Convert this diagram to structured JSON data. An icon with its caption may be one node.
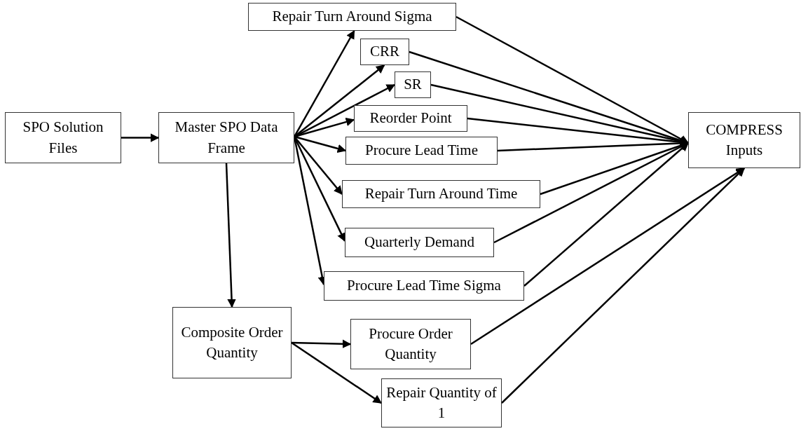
{
  "diagram": {
    "nodes": [
      {
        "text": [
          "SPO Solution Files"
        ]
      },
      {
        "text": [
          "Master SPO Data Frame"
        ]
      },
      {
        "text": [
          "Repair Turn Around Sigma"
        ]
      },
      {
        "text": [
          "CRR"
        ]
      },
      {
        "text": [
          "SR"
        ]
      },
      {
        "text": [
          "Reorder Point"
        ]
      },
      {
        "text": [
          "Procure Lead Time"
        ]
      },
      {
        "text": [
          "Repair Turn Around Time"
        ]
      },
      {
        "text": [
          "Quarterly Demand"
        ]
      },
      {
        "text": [
          "Procure Lead Time Sigma"
        ]
      },
      {
        "text": [
          "COMPRESS Inputs"
        ]
      },
      {
        "text": [
          "Composite Order Quantity"
        ]
      },
      {
        "text": [
          "Procure Order Quantity"
        ]
      },
      {
        "text": [
          "Repair Quantity of 1"
        ]
      }
    ],
    "edges": [
      {
        "from": 0,
        "to": 1,
        "arrow": "to"
      },
      {
        "from": 1,
        "to": 2,
        "arrow": "to"
      },
      {
        "from": 1,
        "to": 3,
        "arrow": "to"
      },
      {
        "from": 1,
        "to": 4,
        "arrow": "to"
      },
      {
        "from": 1,
        "to": 5,
        "arrow": "to"
      },
      {
        "from": 1,
        "to": 6,
        "arrow": "to"
      },
      {
        "from": 1,
        "to": 7,
        "arrow": "to"
      },
      {
        "from": 1,
        "to": 8,
        "arrow": "to"
      },
      {
        "from": 1,
        "to": 9,
        "arrow": "to"
      },
      {
        "from": 2,
        "to": 10,
        "arrow": "to"
      },
      {
        "from": 3,
        "to": 10,
        "arrow": "to"
      },
      {
        "from": 4,
        "to": 10,
        "arrow": "to"
      },
      {
        "from": 5,
        "to": 10,
        "arrow": "to"
      },
      {
        "from": 6,
        "to": 10,
        "arrow": "to"
      },
      {
        "from": 7,
        "to": 10,
        "arrow": "to"
      },
      {
        "from": 8,
        "to": 10,
        "arrow": "to"
      },
      {
        "from": 9,
        "to": 10,
        "arrow": "to"
      },
      {
        "from": 1,
        "to": 11,
        "arrow": "to"
      },
      {
        "from": 11,
        "to": 12,
        "arrow": "to"
      },
      {
        "from": 11,
        "to": 13,
        "arrow": "to"
      },
      {
        "from": 12,
        "to": 10,
        "arrow": "to"
      },
      {
        "from": 13,
        "to": 10,
        "arrow": "to"
      }
    ]
  }
}
